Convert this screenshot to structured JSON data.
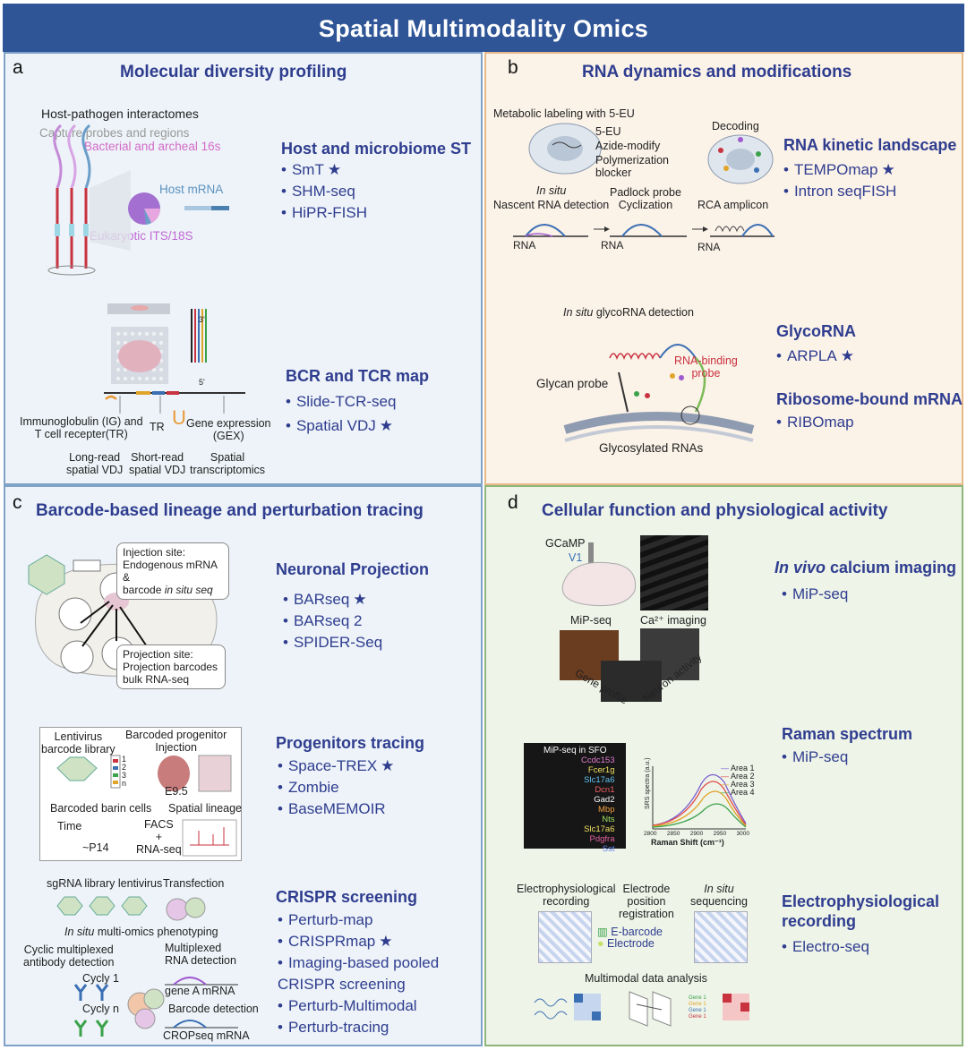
{
  "title": "Spatial Multimodality Omics",
  "colors": {
    "banner": "#2f5597",
    "text_dark_blue": "#2f3d8f",
    "panel_a_bg": "#edf3f8",
    "panel_b_bg": "#fbf2e8",
    "panel_d_bg": "#eef4e8"
  },
  "panel_a": {
    "letter": "a",
    "title": "Molecular diversity profiling",
    "labels": {
      "host_pathogen": "Host-pathogen interactomes",
      "capture": "Capture probes and regions",
      "bacterial": "Bacterial and archeal 16s",
      "host_mrna": "Host mRNA",
      "eukaryotic": "Eukaryotic ITS/18S",
      "three_prime": "3'",
      "five_prime": "5'",
      "ig_tr": "Immunoglobulin (IG) and\nT cell recepter(TR)",
      "tr": "TR",
      "gex": "Gene expression\n(GEX)",
      "long_read": "Long-read\nspatial VDJ",
      "short_read": "Short-read\nspatial VDJ",
      "spatial_tx": "Spatial\ntranscriptomics"
    },
    "groups": [
      {
        "heading": "Host and microbiome ST",
        "items": [
          {
            "name": "SmT",
            "star": "★"
          },
          {
            "name": "SHM-seq",
            "star": ""
          },
          {
            "name": "HiPR-FISH",
            "star": ""
          }
        ]
      },
      {
        "heading": "BCR and TCR map",
        "items": [
          {
            "name": "Slide-TCR-seq",
            "star": ""
          },
          {
            "name": "Spatial VDJ",
            "star": "★"
          }
        ]
      }
    ]
  },
  "panel_b": {
    "letter": "b",
    "title": "RNA dynamics and modifications",
    "labels": {
      "metabolic": "Metabolic labeling with 5-EU",
      "eu5": "5-EU",
      "azide": "Azide-modify",
      "polymerization": "Polymerization\nblocker",
      "decoding": "Decoding",
      "in_situ": "In situ",
      "nascent": "Nascent RNA detection",
      "padlock": "Padlock probe\nCyclization",
      "rca": "RCA amplicon",
      "rna": "RNA",
      "glyco_title_italic": "In situ",
      "glyco_title": " glycoRNA detection",
      "rna_binding": "RNA-binding\nprobe",
      "glycan_probe": "Glycan probe",
      "glycosylated": "Glycosylated RNAs"
    },
    "groups": [
      {
        "heading": "RNA kinetic landscape",
        "items": [
          {
            "name": "TEMPOmap",
            "star": "★"
          },
          {
            "name": "Intron seqFISH",
            "star": ""
          }
        ]
      },
      {
        "heading": "GlycoRNA",
        "items": [
          {
            "name": "ARPLA",
            "star": "★"
          }
        ]
      },
      {
        "heading": "Ribosome-bound mRNA",
        "items": [
          {
            "name": "RIBOmap",
            "star": ""
          }
        ]
      }
    ]
  },
  "panel_c": {
    "letter": "c",
    "title": "Barcode-based lineage and perturbation tracing",
    "labels": {
      "injection_line1": "Injection site:",
      "injection_line2": "Endogenous mRNA &",
      "injection_line3a": "barcode ",
      "injection_line3b": "in situ seq",
      "projection": "Projection site:\nProjection barcodes\nbulk RNA-seq",
      "lentivirus": "Lentivirus\nbarcode library",
      "barcoded_prog": "Barcoded progenitor\nInjection",
      "e95": "E9.5",
      "barcoded_cells": "Barcoded barin cells",
      "spatial_lineage": "Spatial lineage",
      "time": "Time",
      "p14": "~P14",
      "facs": "FACS\n+\nRNA-seq",
      "sgrna": "sgRNA library lentivirus",
      "transfection": "Transfection",
      "multiomics_italic": "In situ",
      "multiomics": " multi-omics phenotyping",
      "cyclic": "Cyclic multiplexed\nantibody detection",
      "multiplexed": "Multiplexed\nRNA detection",
      "cycle1": "Cycly 1",
      "cyclen": "Cycly n",
      "gene_a": "gene A mRNA",
      "barcode_det": "Barcode detection",
      "cropseq": "CROPseq mRNA",
      "n1": "1",
      "n2": "2",
      "n3": "3",
      "nn": "n"
    },
    "groups": [
      {
        "heading": "Neuronal Projection",
        "items": [
          {
            "name": "BARseq",
            "star": "★"
          },
          {
            "name": "BARseq 2",
            "star": ""
          },
          {
            "name": "SPIDER-Seq",
            "star": ""
          }
        ]
      },
      {
        "heading": "Progenitors tracing",
        "items": [
          {
            "name": "Space-TREX",
            "star": "★"
          },
          {
            "name": "Zombie",
            "star": ""
          },
          {
            "name": "BaseMEMOIR",
            "star": ""
          }
        ]
      },
      {
        "heading": "CRISPR screening",
        "items": [
          {
            "name": "Perturb-map",
            "star": ""
          },
          {
            "name": "CRISPRmap",
            "star": "★"
          },
          {
            "name": "Imaging-based pooled",
            "star": ""
          },
          {
            "name": "Perturb-Multimodal",
            "star": ""
          },
          {
            "name": "Perturb-tracing",
            "star": ""
          }
        ],
        "continuation": "CRISPR screening"
      }
    ]
  },
  "panel_d": {
    "letter": "d",
    "title": "Cellular function and physiological activity",
    "labels": {
      "gcamp": "GCaMP",
      "v1": "V1",
      "mipseq": "MiP-seq",
      "ca_imaging": "Ca²⁺ imaging",
      "gene_profile": "Gene profile",
      "neuron_activity": "Neuron activity",
      "mip_sfo": "MiP-seq in SFO",
      "genes": [
        "Ccdc153",
        "Fcer1g",
        "Slc17a6",
        "Dcn1",
        "Gad2",
        "Mbp",
        "Nts",
        "Slc17a6",
        "Pdgfra",
        "Sst"
      ],
      "legend": [
        "Area 1",
        "Area 2",
        "Area 3",
        "Area 4"
      ],
      "raman_x": "Raman Shift (cm⁻¹)",
      "raman_y": "SRS spectra (a.u.)",
      "raman_ticks": [
        "2800",
        "2850",
        "2900",
        "2950",
        "3000"
      ],
      "ephys_rec": "Electrophysiological\nrecording",
      "electrode_pos": "Electrode\nposition\nregistration",
      "in_situ_seq_italic": "In situ",
      "in_situ_seq": "sequencing",
      "ebarcode": "E-barcode",
      "electrode": "Electrode",
      "multimodal": "Multimodal data analysis",
      "gene_labels": [
        "Gene 1",
        "Gene 1",
        "Gene 1",
        "Gene 1"
      ]
    },
    "groups": [
      {
        "heading_italic": "In vivo",
        "heading": " calcium imaging",
        "items": [
          {
            "name": "MiP-seq",
            "star": ""
          }
        ]
      },
      {
        "heading": "Raman spectrum",
        "items": [
          {
            "name": "MiP-seq",
            "star": ""
          }
        ]
      },
      {
        "heading": "Electrophysiological\nrecording",
        "items": [
          {
            "name": "Electro-seq",
            "star": ""
          }
        ]
      }
    ]
  }
}
